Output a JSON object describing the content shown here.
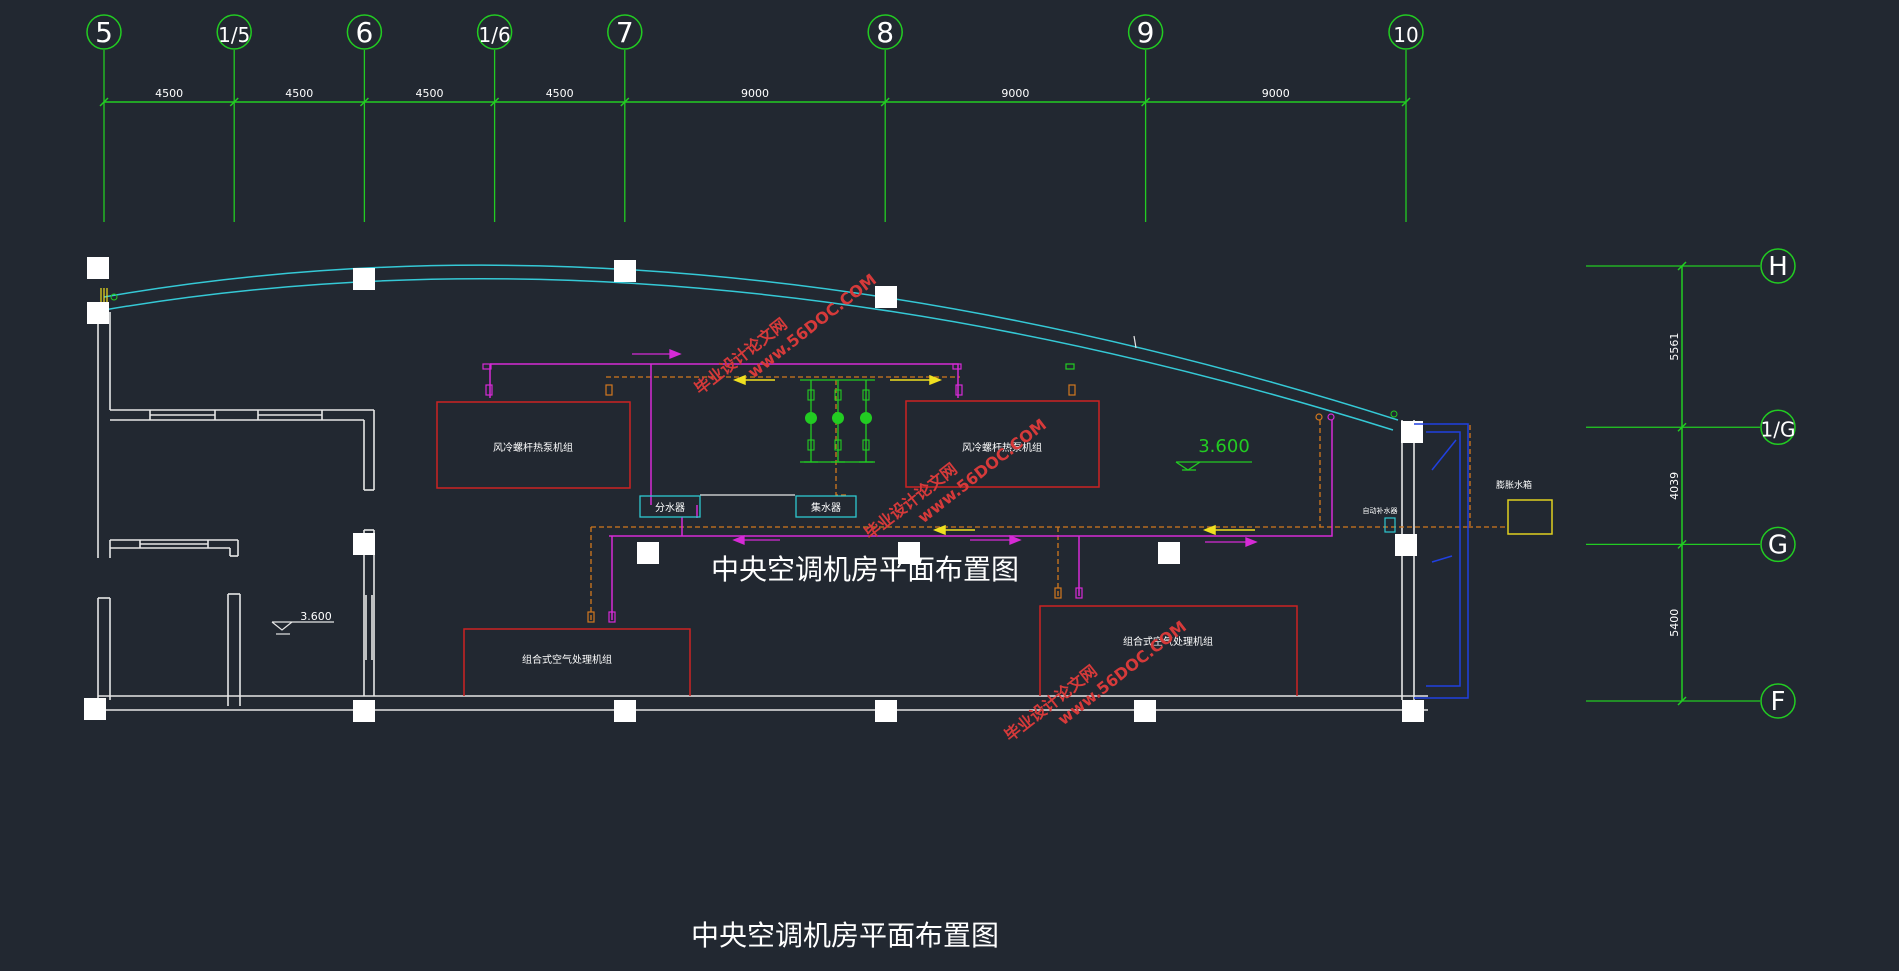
{
  "drawing": {
    "inner_title": "中央空调机房平面布置图",
    "bottom_title": "中央空调机房平面布置图"
  },
  "grid_top": {
    "axes": [
      {
        "label": "5",
        "pos": 0
      },
      {
        "label": "1/5",
        "pos": 4500
      },
      {
        "label": "6",
        "pos": 9000
      },
      {
        "label": "1/6",
        "pos": 13500
      },
      {
        "label": "7",
        "pos": 18000
      },
      {
        "label": "8",
        "pos": 27000
      },
      {
        "label": "9",
        "pos": 36000
      },
      {
        "label": "10",
        "pos": 45000
      }
    ],
    "spacings": [
      "4500",
      "4500",
      "4500",
      "4500",
      "9000",
      "9000",
      "9000"
    ]
  },
  "grid_right": {
    "axes": [
      {
        "label": "H",
        "pos": 0
      },
      {
        "label": "1/G",
        "pos": 5561
      },
      {
        "label": "G",
        "pos": 9600
      },
      {
        "label": "F",
        "pos": 15000
      }
    ],
    "spacings": [
      "5561",
      "4039",
      "5400"
    ]
  },
  "equipment": {
    "unit_left_top": "风冷螺杆热泵机组",
    "unit_right_top": "风冷螺杆热泵机组",
    "ahu_left": "组合式空气处理机组",
    "ahu_right": "组合式空气处理机组",
    "water_distributor": "分水器",
    "water_collector": "集水器",
    "auto_water_device": "自动补水器",
    "expansion_tank": "膨胀水箱"
  },
  "elevations": {
    "main": "3.600",
    "secondary": "3.600"
  },
  "watermark": {
    "site_name": "毕业设计论文网",
    "site_url": "www.56DOC.COM"
  },
  "colors": {
    "background": "#222831",
    "grid": "#22cc22",
    "wall": "#e6e6e6",
    "equipment_outline": "#cc2222",
    "curved_wall": "#35c9d6",
    "supply_pipe": "#d62ad6",
    "return_pipe": "#d2781e",
    "flow_arrow_yellow": "#f0e020",
    "dist_box": "#2ec8d0",
    "tank": "#e0d020",
    "blue_pipe": "#2040e0",
    "watermark": "#d63a3a",
    "text": "#ffffff"
  }
}
